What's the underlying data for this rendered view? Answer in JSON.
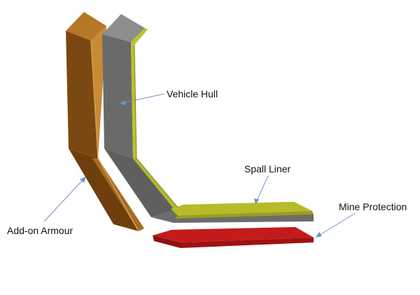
{
  "labels": {
    "vehicle_hull": "Vehicle Hull",
    "spall_liner": "Spall Liner",
    "mine_protection": "Mine Protection",
    "addon_armour": "Add-on Armour"
  },
  "colors": {
    "armour_front": "#7e4b12",
    "armour_side": "#a8722b",
    "armour_top": "#b5772a",
    "hull_front": "#6d6d6d",
    "hull_side": "#8a8a8a",
    "hull_top": "#939393",
    "liner_front": "#b3b82a",
    "liner_top": "#c2c732",
    "mine_front": "#a31212",
    "mine_top": "#c21a1a",
    "leader_line": "#6f93c4",
    "label_text": "#111111"
  }
}
